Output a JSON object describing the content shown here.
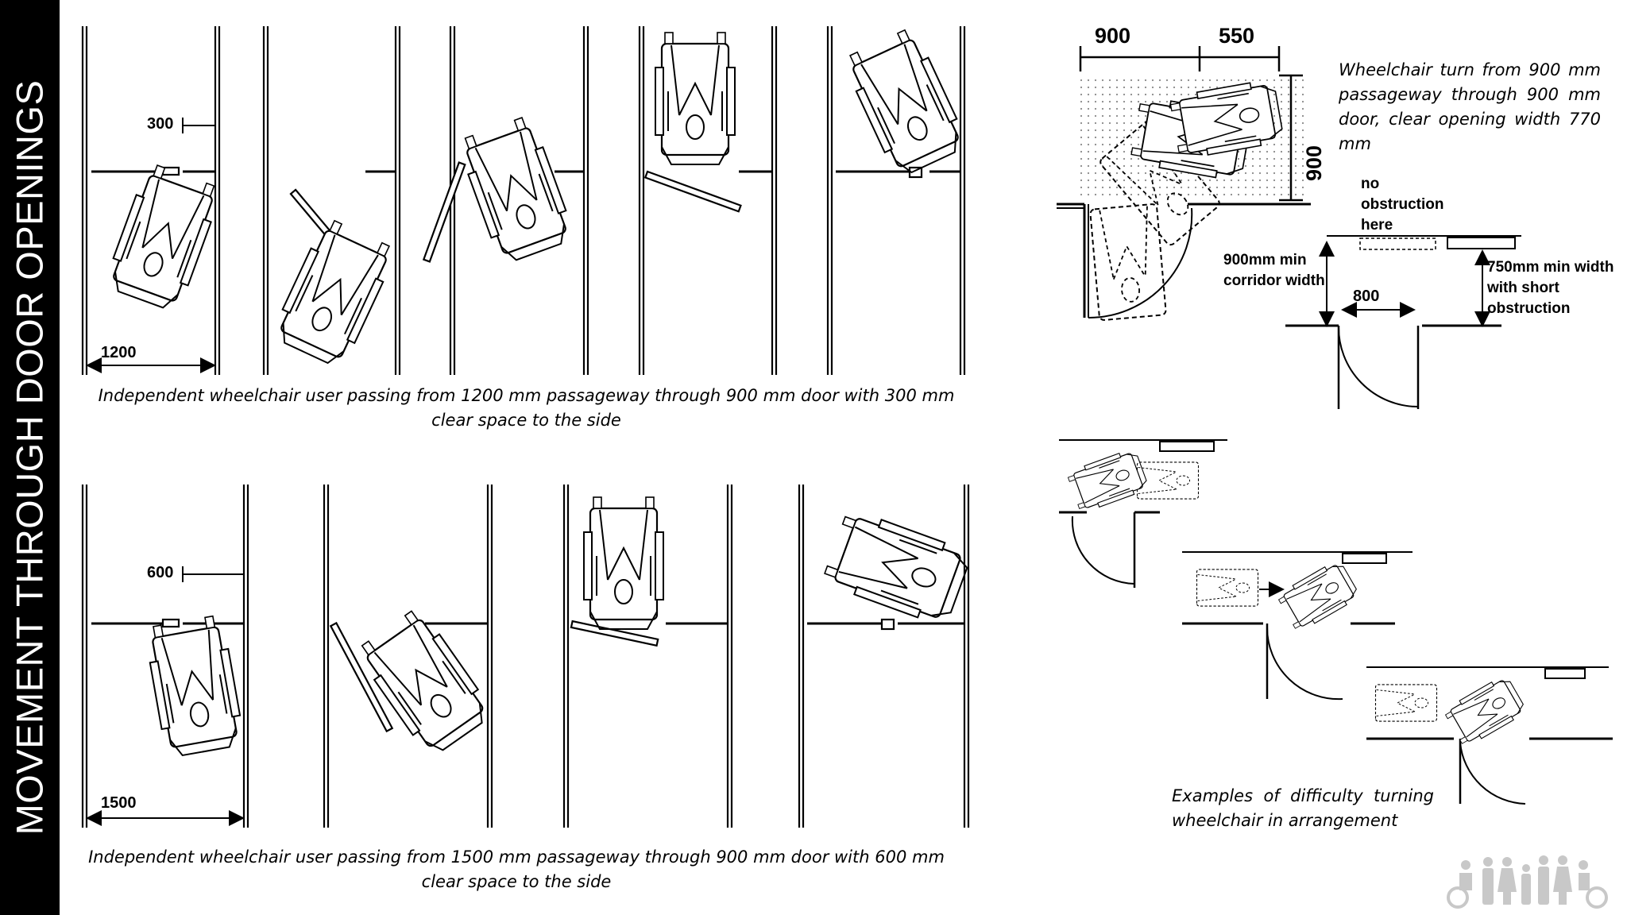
{
  "sidebar": {
    "title": "MOVEMENT THROUGH DOOR OPENINGS"
  },
  "top_panel": {
    "caption": "Independent wheelchair user passing from 1200 mm passageway through 900 mm door with 300 mm clear space to the side",
    "clearance_label": "300",
    "passage_width_label": "1200"
  },
  "bottom_panel": {
    "caption": "Independent wheelchair user passing from 1500 mm passageway through 900 mm door with 600 mm clear space to the side",
    "clearance_label": "600",
    "passage_width_label": "1500"
  },
  "turn_diagram": {
    "caption": "Wheelchair turn from 900 mm passageway through 900 mm door, clear opening width 770 mm",
    "dim_width_a": "900",
    "dim_width_b": "550",
    "dim_height": "900"
  },
  "corridor_diagram": {
    "note_no_obstruction": "no obstruction here",
    "corridor_label": "900mm min corridor width",
    "short_obstruction_label": "750mm min width with short obstruction",
    "door_width_label": "800"
  },
  "difficulty_diagram": {
    "caption": "Examples of difficulty turning wheelchair in arrangement"
  },
  "icons": [
    "wheelchair-figure-icon",
    "door-swing-icon",
    "people-family-logo-icon"
  ]
}
